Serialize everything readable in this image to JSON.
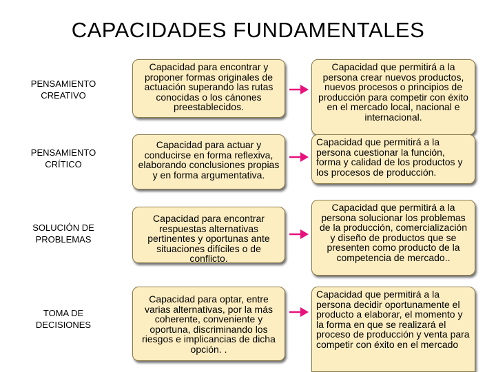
{
  "title": "CAPACIDADES FUNDAMENTALES",
  "colors": {
    "box_fill": "#fdeec2",
    "arrow": "#e8127c"
  },
  "rows": [
    {
      "label": "PENSAMIENTO CREATIVO",
      "capacity": "Capacidad para encontrar y proponer formas originales de actuación superando las rutas conocidas o los cánones preestablecidos.",
      "outcome": "Capacidad que permitirá a la persona crear nuevos productos, nuevos procesos o principios de producción para competir con éxito en el mercado local, nacional e internacional."
    },
    {
      "label": "PENSAMIENTO CRÍTICO",
      "capacity": "Capacidad para actuar y conducirse en forma reflexiva, elaborando conclusiones propias y en forma argumentativa.",
      "outcome": "Capacidad que permitirá a la persona cuestionar la función, forma y calidad de los productos y los procesos de producción."
    },
    {
      "label": "SOLUCIÓN DE PROBLEMAS",
      "capacity": "Capacidad para encontrar respuestas alternativas pertinentes y oportunas ante situaciones difíciles o de conflicto.",
      "outcome": "Capacidad que permitirá a la persona solucionar los problemas de la producción, comercialización y diseño de productos que se presenten como producto de la competencia de mercado.."
    },
    {
      "label": "TOMA DE DECISIONES",
      "capacity": "Capacidad para optar, entre varias alternativas, por la más coherente, conveniente y oportuna, discriminando los riesgos e implicancias de dicha opción. .",
      "outcome": "Capacidad que permitirá a la persona decidir oportunamente el producto a elaborar, el momento y la forma en que se realizará el proceso de producción y venta para competir con éxito en el mercado"
    }
  ]
}
